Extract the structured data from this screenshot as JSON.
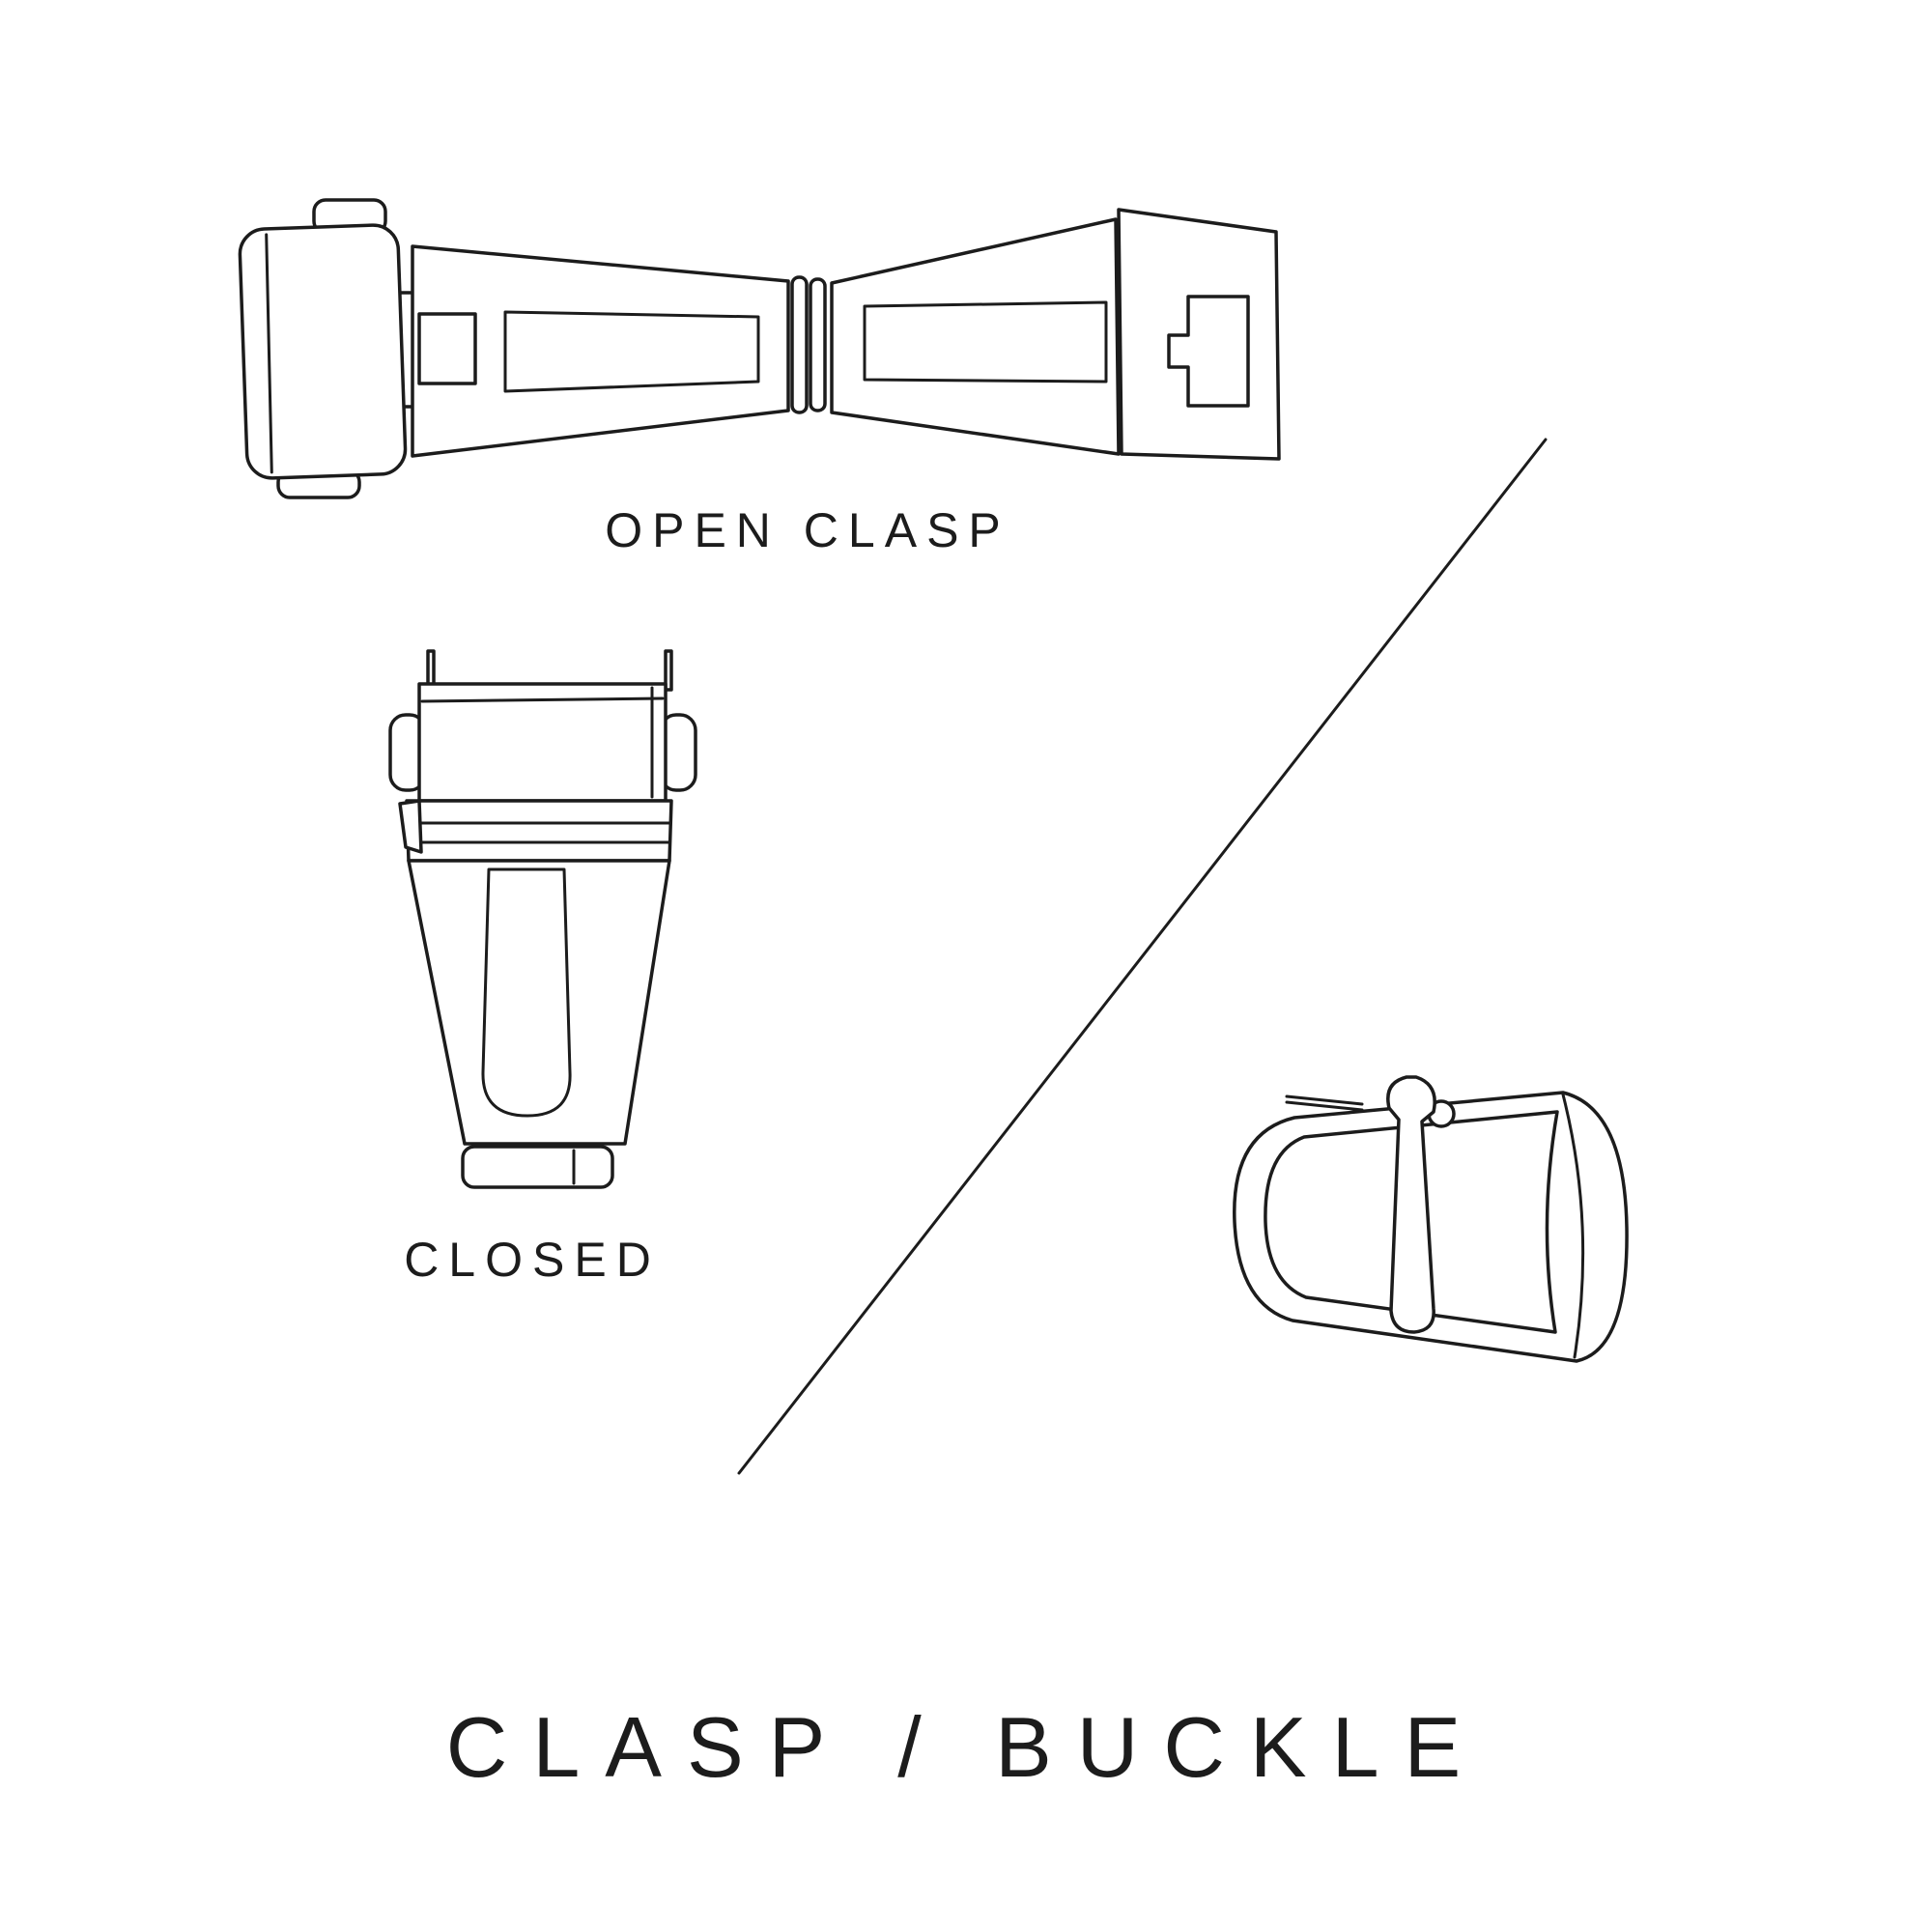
{
  "diagram": {
    "title": "CLASP / BUCKLE",
    "captions": {
      "open_clasp": "OPEN CLASP",
      "closed_clasp": "CLOSED"
    },
    "figures": [
      {
        "name": "open-clasp-illustration",
        "caption": "OPEN CLASP"
      },
      {
        "name": "closed-clasp-illustration",
        "caption": "CLOSED"
      },
      {
        "name": "pin-buckle-illustration",
        "caption": ""
      }
    ],
    "colors": {
      "background": "#ffffff",
      "line": "#1c1c1c",
      "text": "#1c1c1c"
    }
  }
}
